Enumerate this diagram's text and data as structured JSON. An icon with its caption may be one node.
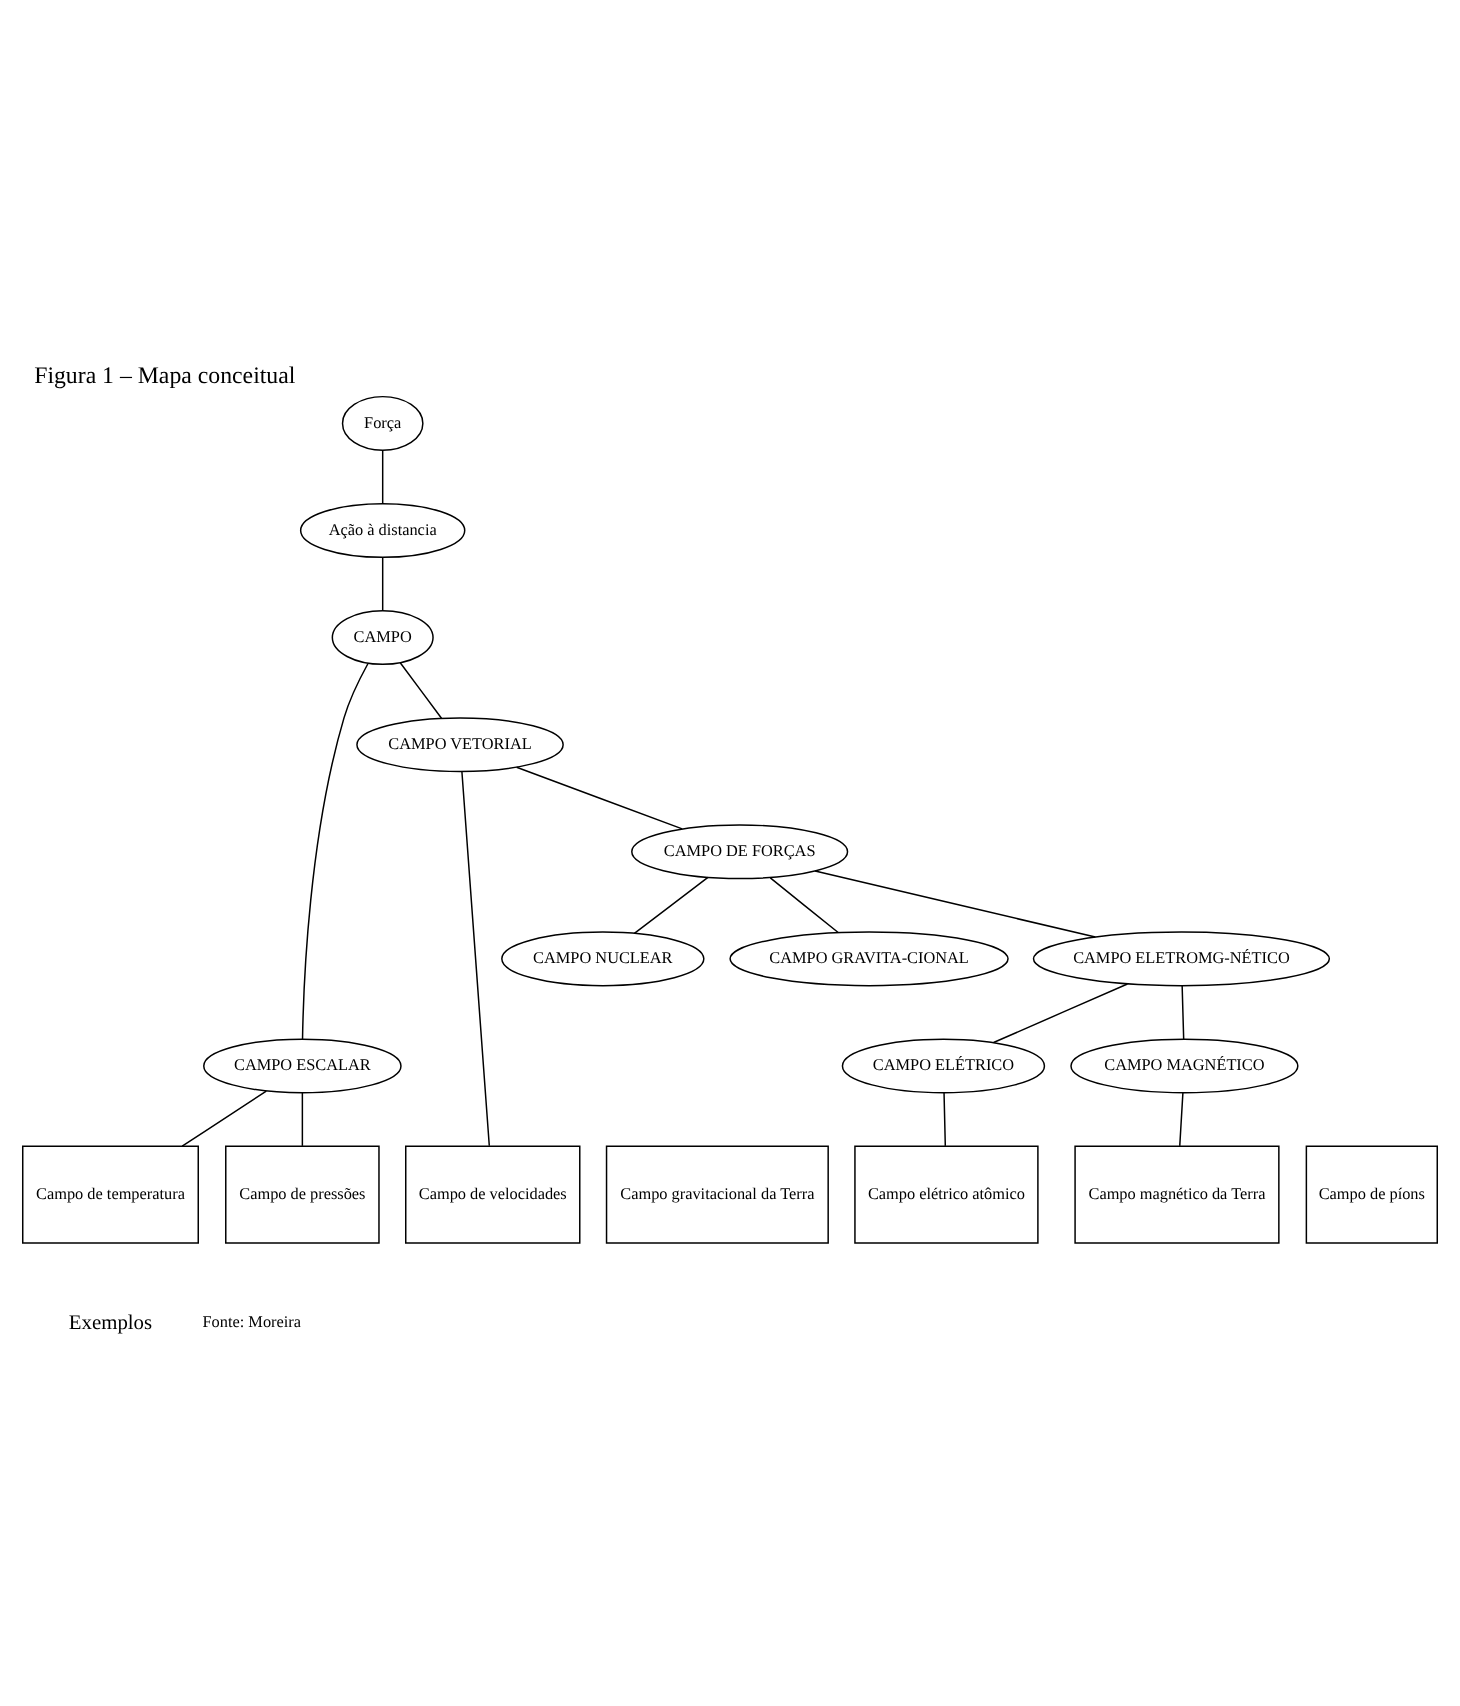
{
  "diagram": {
    "title": "Figura 1 – Mapa conceitual",
    "nodes": [
      {
        "text": [
          "Força"
        ]
      },
      {
        "text": [
          "Ação à distancia"
        ]
      },
      {
        "text": [
          "CAMPO"
        ]
      },
      {
        "text": [
          "CAMPO ESCALAR"
        ]
      },
      {
        "text": [
          "CAMPO VETORIAL"
        ]
      },
      {
        "text": [
          "CAMPO DE FORÇAS"
        ]
      },
      {
        "text": [
          "CAMPO GRAVITA-CIONAL"
        ]
      },
      {
        "text": [
          "CAMPO ELETROMG-NÉTICO"
        ]
      },
      {
        "text": [
          "CAMPO NUCLEAR"
        ]
      },
      {
        "text": [
          "CAMPO ELÉTRICO"
        ]
      },
      {
        "text": [
          "CAMPO MAGNÉTICO"
        ]
      },
      {
        "text": [
          "Campo de temperatura"
        ]
      },
      {
        "text": [
          "Campo de pressões"
        ]
      },
      {
        "text": [
          "Campo de velocidades"
        ]
      },
      {
        "text": [
          "Campo gravitacional da Terra"
        ]
      },
      {
        "text": [
          "Campo elétrico atômico"
        ]
      },
      {
        "text": [
          "Campo magnético da Terra"
        ]
      },
      {
        "text": [
          "Campo de píons"
        ]
      }
    ],
    "edges": [
      {
        "from": 0,
        "to": 1,
        "arrow": "none"
      },
      {
        "from": 1,
        "to": 2,
        "arrow": "none"
      },
      {
        "from": 2,
        "to": 3,
        "arrow": "none"
      },
      {
        "from": 2,
        "to": 4,
        "arrow": "none"
      },
      {
        "from": 4,
        "to": 5,
        "arrow": "none"
      },
      {
        "from": 5,
        "to": 6,
        "arrow": "none"
      },
      {
        "from": 5,
        "to": 7,
        "arrow": "none"
      },
      {
        "from": 5,
        "to": 8,
        "arrow": "none"
      },
      {
        "from": 7,
        "to": 9,
        "arrow": "none"
      },
      {
        "from": 7,
        "to": 10,
        "arrow": "none"
      },
      {
        "from": 3,
        "to": 11,
        "arrow": "none"
      },
      {
        "from": 3,
        "to": 12,
        "arrow": "none"
      },
      {
        "from": 4,
        "to": 13,
        "arrow": "none"
      },
      {
        "from": 9,
        "to": 15,
        "arrow": "none"
      },
      {
        "from": 10,
        "to": 16,
        "arrow": "none"
      }
    ],
    "labels": [
      "Exemplos",
      "Fonte: Moreira"
    ]
  }
}
